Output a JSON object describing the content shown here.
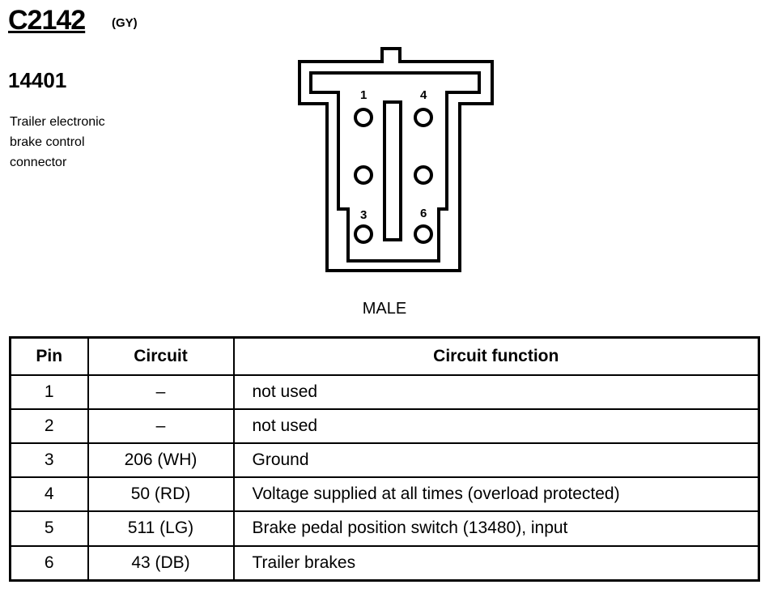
{
  "connector": {
    "id": "C2142",
    "color_code": "(GY)",
    "part_number": "14401",
    "description_lines": [
      "Trailer electronic",
      "brake control",
      "connector"
    ],
    "gender": "MALE",
    "pin_labels": [
      "1",
      "4",
      "3",
      "6"
    ]
  },
  "table": {
    "headers": [
      "Pin",
      "Circuit",
      "Circuit function"
    ],
    "rows": [
      {
        "pin": "1",
        "circuit": "–",
        "function": "not used"
      },
      {
        "pin": "2",
        "circuit": "–",
        "function": "not used"
      },
      {
        "pin": "3",
        "circuit": "206 (WH)",
        "function": "Ground"
      },
      {
        "pin": "4",
        "circuit": "50 (RD)",
        "function": "Voltage supplied at all times (overload protected)"
      },
      {
        "pin": "5",
        "circuit": "511 (LG)",
        "function": "Brake pedal position switch (13480), input"
      },
      {
        "pin": "6",
        "circuit": "43 (DB)",
        "function": "Trailer brakes"
      }
    ]
  }
}
